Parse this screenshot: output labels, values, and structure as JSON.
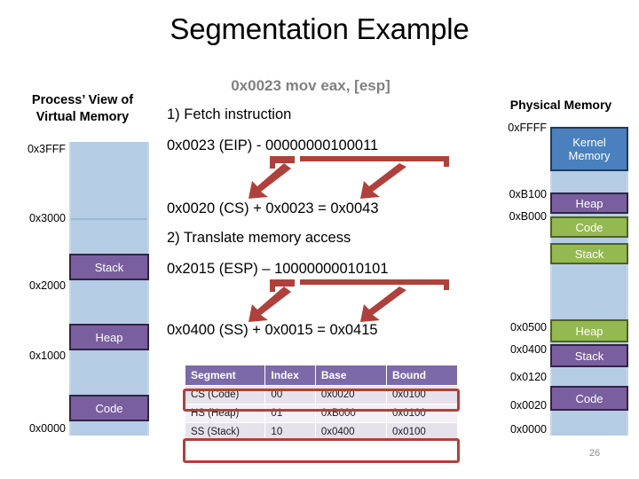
{
  "slide": {
    "title": "Segmentation Example",
    "instruction": "0x0023 mov eax, [esp]",
    "page_number": "26",
    "colors": {
      "memory_background": "#b4cce4",
      "purple_segment": "#7a5f9e",
      "green_segment": "#94b950",
      "blue_segment": "#4a80bd",
      "annotation_red": "#b0403b",
      "table_header": "#7c6aa8",
      "instruction_gray": "#808080"
    }
  },
  "virtual_memory": {
    "header_line1": "Process’ View of",
    "header_line2": "Virtual Memory",
    "addresses": [
      "0x3FFF",
      "0x3000",
      "0x2000",
      "0x1000",
      "0x0000"
    ],
    "segments": [
      {
        "label": "Stack",
        "color": "purple"
      },
      {
        "label": "Heap",
        "color": "purple"
      },
      {
        "label": "Code",
        "color": "purple"
      }
    ]
  },
  "physical_memory": {
    "header": "Physical Memory",
    "addresses": [
      "0xFFFF",
      "0xB100",
      "0xB000",
      "0x0500",
      "0x0400",
      "0x0120",
      "0x0020",
      "0x0000"
    ],
    "segments": [
      {
        "label": "Kernel Memory",
        "color": "blue",
        "line1": "Kernel",
        "line2": "Memory"
      },
      {
        "label": "Heap",
        "color": "purple"
      },
      {
        "label": "Code",
        "color": "green"
      },
      {
        "label": "Stack",
        "color": "green"
      },
      {
        "label": "Heap",
        "color": "green"
      },
      {
        "label": "Stack",
        "color": "purple"
      },
      {
        "label": "Code",
        "color": "purple"
      }
    ]
  },
  "steps": {
    "step1_title": "1) Fetch instruction",
    "step1_binary_line": "0x0023 (EIP) -  00000000100011",
    "step1_result": "0x0020 (CS) + 0x0023 = 0x0043",
    "step2_title": "2) Translate memory access",
    "step2_binary_line": "0x2015 (ESP) – 10000000010101",
    "step2_result": "0x0400 (SS) + 0x0015 = 0x0415"
  },
  "segment_table": {
    "headers": [
      "Segment",
      "Index",
      "Base",
      "Bound"
    ],
    "rows": [
      {
        "segment": "CS (Code)",
        "index": "00",
        "base": "0x0020",
        "bound": "0x0100",
        "highlighted": true
      },
      {
        "segment": "HS (Heap)",
        "index": "01",
        "base": "0xB000",
        "bound": "0x0100",
        "highlighted": false
      },
      {
        "segment": "SS (Stack)",
        "index": "10",
        "base": "0x0400",
        "bound": "0x0100",
        "highlighted": true
      }
    ]
  }
}
